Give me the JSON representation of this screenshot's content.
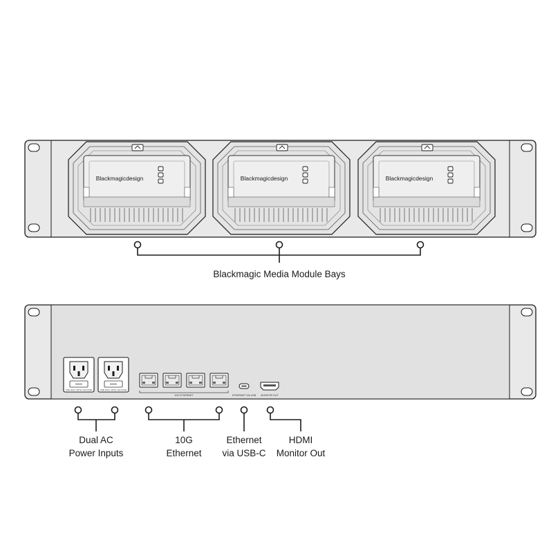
{
  "front_panel": {
    "bays": [
      {
        "logo_text": "Blackmagicdesign"
      },
      {
        "logo_text": "Blackmagicdesign"
      },
      {
        "logo_text": "Blackmagicdesign"
      }
    ],
    "callout": "Blackmagic Media Module Bays"
  },
  "rear_panel": {
    "power_inlet_caption": "USE ONLY WITH 10A FUSE",
    "ethernet_caption": "10G ETHERNET",
    "usbc_caption": "ETHERNET VIA USB",
    "hdmi_caption": "MONITOR OUT",
    "callouts": {
      "power": {
        "line1": "Dual AC",
        "line2": "Power Inputs"
      },
      "ethernet": {
        "line1": "10G",
        "line2": "Ethernet"
      },
      "usbc": {
        "line1": "Ethernet",
        "line2": "via USB-C"
      },
      "hdmi": {
        "line1": "HDMI",
        "line2": "Monitor Out"
      }
    }
  },
  "colors": {
    "panel_fill": "#e9e9e9",
    "panel_inner": "#e1e1e1",
    "stroke": "#1a1a1a",
    "detail": "#555555"
  }
}
